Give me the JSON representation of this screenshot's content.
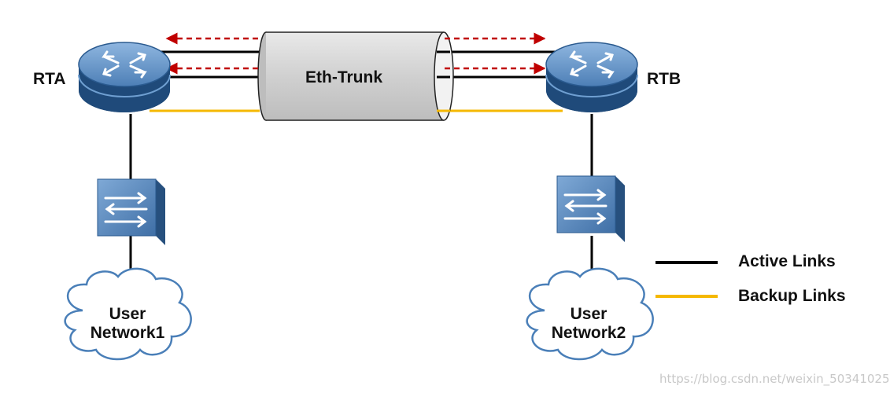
{
  "nodes": {
    "rta": "RTA",
    "rtb": "RTB",
    "eth_trunk": "Eth-Trunk",
    "user_network1": [
      "User",
      "Network1"
    ],
    "user_network2": [
      "User",
      "Network2"
    ]
  },
  "legend": {
    "active": {
      "label": "Active Links",
      "color": "#000000"
    },
    "backup": {
      "label": "Backup Links",
      "color": "#f5b800"
    }
  },
  "colors": {
    "device_blue": "#4a7fb8",
    "dashed_arrow": "#c00000",
    "trunk_fill": "#d6d6d6"
  },
  "watermark": "https://blog.csdn.net/weixin_50341025"
}
